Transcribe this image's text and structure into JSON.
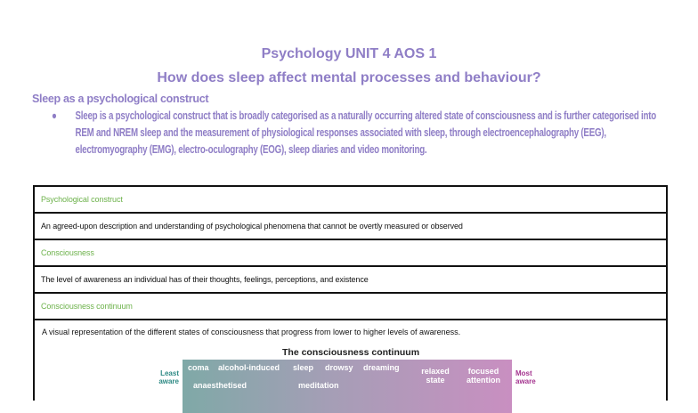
{
  "header": {
    "title": "Psychology UNIT 4 AOS 1",
    "subtitle": "How does sleep affect mental processes and behaviour?"
  },
  "section": {
    "heading": "Sleep as a psychological construct",
    "bullet": "Sleep is a psychological construct that is broadly categorised as a naturally occurring altered state of consciousness and is further categorised into REM and NREM sleep and the measurement of physiological responses associated with sleep, through electroencephalography (EEG), electromyography (EMG), electro-oculography (EOG), sleep diaries and video monitoring."
  },
  "table": {
    "rows": [
      {
        "label": "Psychological construct"
      },
      {
        "definition": "An agreed-upon description and understanding of psychological phenomena that cannot be overtly measured or observed"
      },
      {
        "label": "Consciousness"
      },
      {
        "definition": "The level of awareness an individual has of their thoughts, feelings, perceptions, and existence"
      },
      {
        "label": "Consciousness continuum"
      },
      {
        "definition": "A visual representation of the different states of consciousness that progress from lower to higher levels of awareness."
      }
    ]
  },
  "figure": {
    "title": "The consciousness continuum",
    "least": "Least aware",
    "most": "Most aware",
    "states": [
      "coma",
      "alcohol-induced",
      "sleep",
      "drowsy",
      "dreaming",
      "relaxed state",
      "focused attention",
      "anaesthetised",
      "meditation"
    ],
    "colors": {
      "least": "#2d8a84",
      "most": "#a4348f"
    }
  },
  "colors": {
    "heading": "#8f7ec6",
    "label": "#6db24b"
  }
}
